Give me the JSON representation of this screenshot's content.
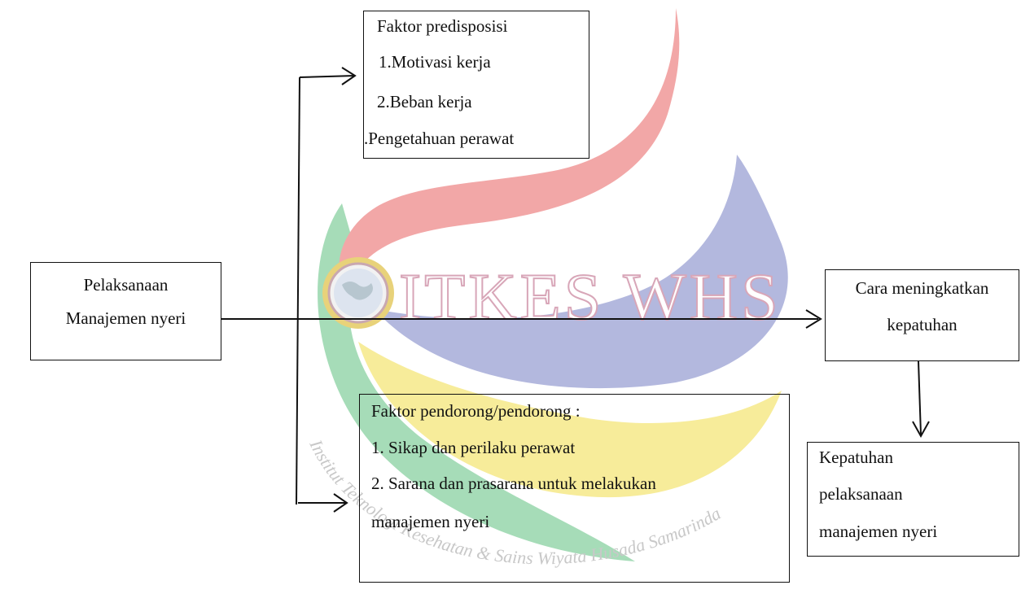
{
  "watermark": {
    "title": "ITKES WHS",
    "arc_text": "Institut Teknologi Kesehatan & Sains Wiyata Husada Samarinda",
    "colors": {
      "red": "#f2a7a7",
      "blue": "#b3b8de",
      "yellow": "#f7ec9a",
      "green": "#a6dcb8",
      "gold": "#e8d27a"
    }
  },
  "diagram": {
    "left_box": {
      "line1": "Pelaksanaan",
      "line2": "Manajemen nyeri"
    },
    "top_box": {
      "heading": "Faktor predisposisi",
      "item1": "1.Motivasi kerja",
      "item2": "2.Beban kerja",
      "item3": ".Pengetahuan perawat"
    },
    "bottom_box": {
      "heading": "Faktor pendorong/pendorong :",
      "item1": "1. Sikap dan perilaku perawat",
      "item2": "2. Sarana dan prasarana untuk melakukan",
      "item3": "manajemen nyeri"
    },
    "right_box": {
      "line1": "Cara meningkatkan",
      "line2": "kepatuhan"
    },
    "result_box": {
      "line1": "Kepatuhan",
      "line2": "pelaksanaan",
      "line3": "manajemen nyeri"
    }
  }
}
